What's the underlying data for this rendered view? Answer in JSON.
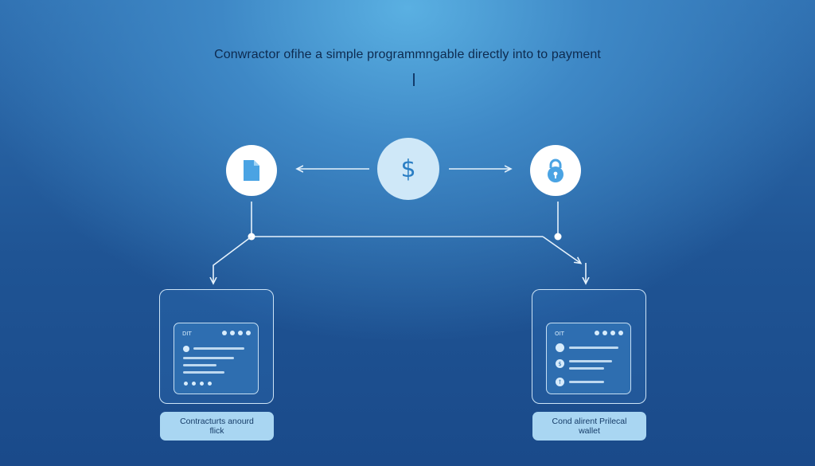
{
  "headline": "Conwractor ofihe a simple programmngable directly into to payment",
  "nodes": {
    "left_icon": "document-icon",
    "center_symbol": "$",
    "right_icon": "lock-icon"
  },
  "panels": {
    "left": {
      "screen_tag": "DIT",
      "caption_line1": "Contracturts anourd",
      "caption_line2": "flick"
    },
    "right": {
      "screen_tag": "OIT",
      "bullet_mid": "$",
      "bullet_low": "ꝉ",
      "caption_line1": "Cond alirent Prilecal",
      "caption_line2": "wallet"
    }
  },
  "colors": {
    "background": "#1f5494",
    "accent": "#2a7ec4",
    "line": "#e6f2fc",
    "caption_bg": "#a9d6f2"
  }
}
